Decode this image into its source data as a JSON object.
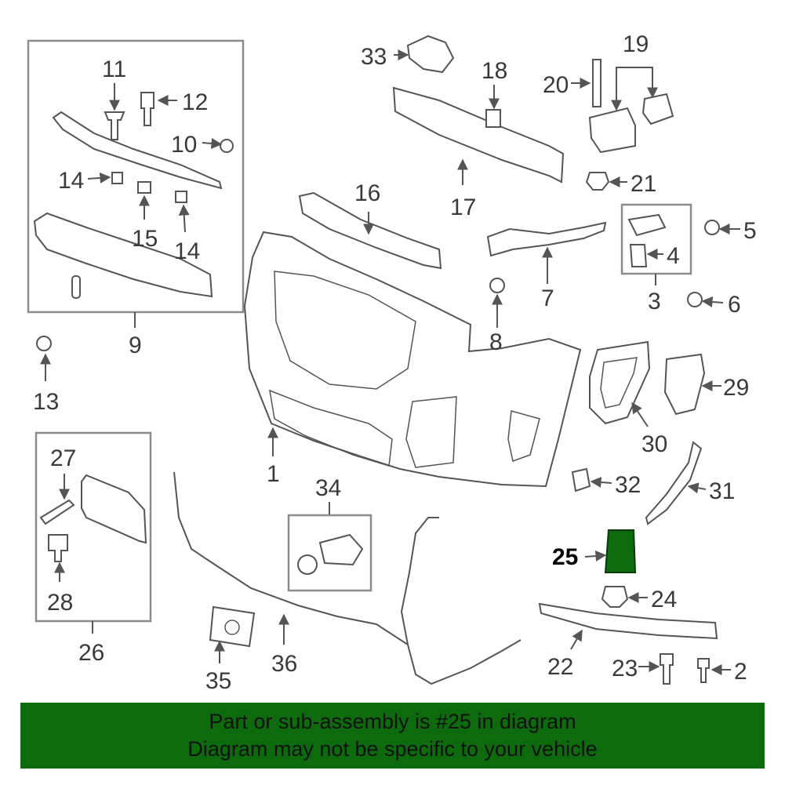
{
  "callouts": {
    "c1": "1",
    "c2": "2",
    "c3": "3",
    "c4": "4",
    "c5": "5",
    "c6": "6",
    "c7": "7",
    "c8": "8",
    "c9": "9",
    "c10": "10",
    "c11": "11",
    "c12": "12",
    "c13": "13",
    "c14a": "14",
    "c14b": "14",
    "c15": "15",
    "c16": "16",
    "c17": "17",
    "c18": "18",
    "c19": "19",
    "c20": "20",
    "c21": "21",
    "c22": "22",
    "c23": "23",
    "c24": "24",
    "c25": "25",
    "c26": "26",
    "c27": "27",
    "c28": "28",
    "c29": "29",
    "c30": "30",
    "c31": "31",
    "c32": "32",
    "c33": "33",
    "c34": "34",
    "c35": "35",
    "c36": "36"
  },
  "highlight_color": "#0d6b0d",
  "banner": {
    "line1": "Part or sub-assembly is #25 in diagram",
    "line2": "Diagram may not be specific to your vehicle"
  }
}
